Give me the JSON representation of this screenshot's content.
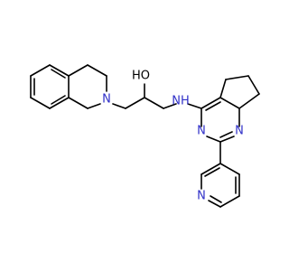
{
  "colors": {
    "bond": "#000000",
    "nitrogen": "#3030c8",
    "background": "#ffffff"
  },
  "atoms": {
    "n_tetrahydroisoquinoline": "N",
    "o_hydroxyl": "HO",
    "n_amine": "NH",
    "n_pyrimidine_upper": "N",
    "n_pyrimidine_lower_left": "N",
    "n_pyrimidine_lower_right": "N",
    "n_pyridine": "N"
  }
}
